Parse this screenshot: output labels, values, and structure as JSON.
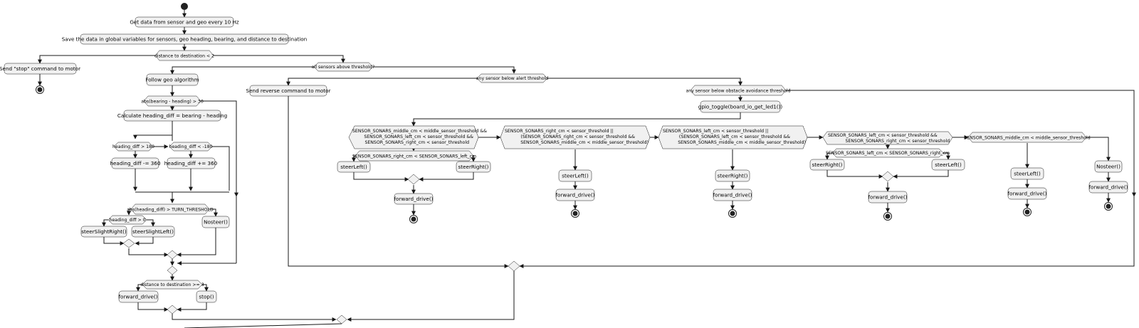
{
  "activities": {
    "get_data": "Get data from sensor and geo every 10 Hz",
    "save_data": "Save the data in global variables for sensors, geo heading, bearing, and distance to destination",
    "send_stop": "Send \"stop\" command to motor",
    "follow_geo": "Follow geo algorithm",
    "calc_diff": "Calculate heading_diff = bearing - heading",
    "diff_minus": "heading_diff -= 360",
    "diff_plus": "heading_diff += 360",
    "slight_right": "steerSlightRight()",
    "slight_left": "steerSlightLeft()",
    "nosteer_a": "Nosteer()",
    "fwd_a": "forward_drive()",
    "stop_call": "stop()",
    "send_reverse": "Send reverse command to motor",
    "gpio_toggle": "gpio_toggle(board_io_get_led1())",
    "c1_left": "steerLeft()",
    "c1_right": "steerRight()",
    "c1_fwd": "forward_drive()",
    "c2_left": "steerLeft()",
    "c2_fwd": "forward_drive()",
    "c3_right": "steerRight()",
    "c3_fwd": "forward_drive()",
    "c4_right": "steerRight()",
    "c4_left": "steerLeft()",
    "c4_fwd": "forward_drive()",
    "c5_left": "steerLeft()",
    "c5_fwd": "forward_drive()",
    "c6_nosteer": "Nosteer()",
    "c6_fwd": "forward_drive()"
  },
  "decisions": {
    "dist_lt_2": "distance to destination < 2",
    "all_above": "all sensors above threshold?",
    "abs_gt_30": "abs(bearing - heading) > 30",
    "diff_gt_180": "heading_diff > 180",
    "diff_lt_m180": "heading_diff < -180",
    "abs_turn": "abs(heading_diff) > TURN_THRESHOLD",
    "diff_gt_0": "heading_diff > 0",
    "dist_ge_3": "distance to destination >= 3",
    "any_alert": "any sensor below alert threshold",
    "any_obstacle": "any sensor below obstacle avoidance threshold",
    "c1_l1": "SENSOR_SONARS_middle_cm < middle_sensor_threshold &&",
    "c1_l2": "SENSOR_SONARS_left_cm < sensor_threshold &&",
    "c1_l3": "SENSOR_SONARS_right_cm < sensor_threshold",
    "c1_inner": "SENSOR_SONARS_right_cm < SENSOR_SONARS_left_cm",
    "c2_l1": "SENSOR_SONARS_right_cm < sensor_threshold ||",
    "c2_l2": "(SENSOR_SONARS_right_cm < sensor_threshold &&",
    "c2_l3": "SENSOR_SONARS_middle_cm < middle_sensor_threshold)",
    "c3_l1": "SENSOR_SONARS_left_cm < sensor_threshold ||",
    "c3_l2": "(SENSOR_SONARS_left_cm < sensor_threshold &&",
    "c3_l3": "SENSOR_SONARS_middle_cm < middle_sensor_threshold)",
    "c4_l1": "SENSOR_SONARS_left_cm < sensor_threshold &&",
    "c4_l2": "SENSOR_SONARS_right_cm < sensor_threshold",
    "c4_inner": "SENSOR_SONARS_left_cm < SENSOR_SONARS_right_cm",
    "c5": "SENSOR_SONARS_middle_cm < middle_sensor_threshold"
  }
}
